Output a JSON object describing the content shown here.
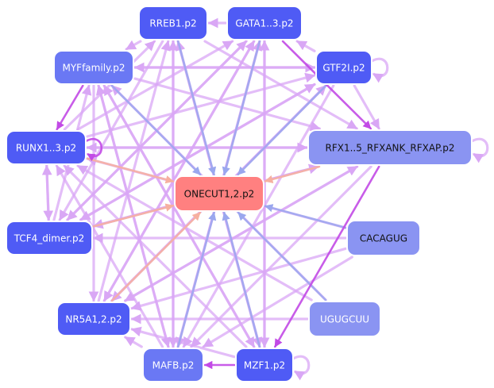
{
  "colors": {
    "center_fill": "#ff8080",
    "node_dark": "#4f5bf5",
    "node_mid": "#6a78f4",
    "node_light": "#8a94f2",
    "edge_violet": "#d9a7f5",
    "edge_purple": "#c24ae6",
    "edge_blue": "#9aa7ee",
    "edge_salmon": "#f6b0a0"
  },
  "nodes": [
    {
      "id": "ONECUT",
      "label": "ONECUT1,2.p2",
      "tone": "center",
      "text": "#111111"
    },
    {
      "id": "RREB1",
      "label": "RREB1.p2",
      "tone": "dark",
      "text": "#ffffff"
    },
    {
      "id": "GATA",
      "label": "GATA1..3.p2",
      "tone": "dark",
      "text": "#ffffff"
    },
    {
      "id": "MYF",
      "label": "MYFfamily.p2",
      "tone": "mid",
      "text": "#ffffff"
    },
    {
      "id": "GTF2I",
      "label": "GTF2I.p2",
      "tone": "dark",
      "text": "#ffffff"
    },
    {
      "id": "RUNX",
      "label": "RUNX1..3.p2",
      "tone": "dark",
      "text": "#ffffff"
    },
    {
      "id": "RFX",
      "label": "RFX1..5_RFXANK_RFXAP.p2",
      "tone": "light",
      "text": "#111111"
    },
    {
      "id": "TCF4",
      "label": "TCF4_dimer.p2",
      "tone": "dark",
      "text": "#ffffff"
    },
    {
      "id": "CACAGUG",
      "label": "CACAGUG",
      "tone": "light",
      "text": "#111111"
    },
    {
      "id": "NR5A",
      "label": "NR5A1,2.p2",
      "tone": "dark",
      "text": "#ffffff"
    },
    {
      "id": "UGUGCUU",
      "label": "UGUGCUU",
      "tone": "light",
      "text": "#ffffff"
    },
    {
      "id": "MAFB",
      "label": "MAFB.p2",
      "tone": "mid",
      "text": "#ffffff"
    },
    {
      "id": "MZF1",
      "label": "MZF1.p2",
      "tone": "dark",
      "text": "#ffffff"
    }
  ],
  "edges": [
    {
      "from": "RREB1",
      "to": "ONECUT",
      "color": "blue"
    },
    {
      "from": "GATA",
      "to": "ONECUT",
      "color": "blue"
    },
    {
      "from": "MYF",
      "to": "ONECUT",
      "color": "blue"
    },
    {
      "from": "GTF2I",
      "to": "ONECUT",
      "color": "blue"
    },
    {
      "from": "RUNX",
      "to": "ONECUT",
      "color": "salmon"
    },
    {
      "from": "RFX",
      "to": "ONECUT",
      "color": "salmon"
    },
    {
      "from": "CACAGUG",
      "to": "ONECUT",
      "color": "blue"
    },
    {
      "from": "UGUGCUU",
      "to": "ONECUT",
      "color": "blue"
    },
    {
      "from": "MZF1",
      "to": "ONECUT",
      "color": "blue"
    },
    {
      "from": "MAFB",
      "to": "ONECUT",
      "color": "blue"
    },
    {
      "from": "NR5A",
      "to": "ONECUT",
      "color": "salmon"
    },
    {
      "from": "TCF4",
      "to": "ONECUT",
      "color": "salmon"
    },
    {
      "from": "GATA",
      "to": "RREB1",
      "color": "violet"
    },
    {
      "from": "GTF2I",
      "to": "GATA",
      "color": "violet"
    },
    {
      "from": "RREB1",
      "to": "MYF",
      "color": "violet"
    },
    {
      "from": "GTF2I",
      "to": "MYF",
      "color": "violet"
    },
    {
      "from": "MYF",
      "to": "RUNX",
      "color": "purple"
    },
    {
      "from": "GTF2I",
      "to": "RFX",
      "color": "violet"
    },
    {
      "from": "GATA",
      "to": "RFX",
      "color": "purple"
    },
    {
      "from": "RREB1",
      "to": "RFX",
      "color": "violet"
    },
    {
      "from": "MYF",
      "to": "RFX",
      "color": "violet"
    },
    {
      "from": "RUNX",
      "to": "TCF4",
      "color": "violet"
    },
    {
      "from": "TCF4",
      "to": "RUNX",
      "color": "violet"
    },
    {
      "from": "RFX",
      "to": "MZF1",
      "color": "purple"
    },
    {
      "from": "MZF1",
      "to": "MAFB",
      "color": "purple"
    },
    {
      "from": "MAFB",
      "to": "NR5A",
      "color": "violet"
    },
    {
      "from": "MZF1",
      "to": "NR5A",
      "color": "violet"
    },
    {
      "from": "MZF1",
      "to": "RUNX",
      "color": "violet"
    },
    {
      "from": "MZF1",
      "to": "MYF",
      "color": "violet"
    },
    {
      "from": "MZF1",
      "to": "RREB1",
      "color": "violet"
    },
    {
      "from": "MZF1",
      "to": "GATA",
      "color": "violet"
    },
    {
      "from": "MAFB",
      "to": "RREB1",
      "color": "violet"
    },
    {
      "from": "MAFB",
      "to": "GATA",
      "color": "violet"
    },
    {
      "from": "MAFB",
      "to": "MYF",
      "color": "violet"
    },
    {
      "from": "MAFB",
      "to": "RUNX",
      "color": "violet"
    },
    {
      "from": "NR5A",
      "to": "RREB1",
      "color": "violet"
    },
    {
      "from": "NR5A",
      "to": "GATA",
      "color": "violet"
    },
    {
      "from": "NR5A",
      "to": "GTF2I",
      "color": "violet"
    },
    {
      "from": "NR5A",
      "to": "RFX",
      "color": "violet"
    },
    {
      "from": "TCF4",
      "to": "GATA",
      "color": "violet"
    },
    {
      "from": "TCF4",
      "to": "GTF2I",
      "color": "violet"
    },
    {
      "from": "TCF4",
      "to": "RFX",
      "color": "violet"
    },
    {
      "from": "TCF4",
      "to": "MYF",
      "color": "violet"
    },
    {
      "from": "RUNX",
      "to": "RREB1",
      "color": "violet"
    },
    {
      "from": "RUNX",
      "to": "GATA",
      "color": "violet"
    },
    {
      "from": "RUNX",
      "to": "GTF2I",
      "color": "violet"
    },
    {
      "from": "RUNX",
      "to": "RFX",
      "color": "violet"
    },
    {
      "from": "CACAGUG",
      "to": "NR5A",
      "color": "violet"
    },
    {
      "from": "CACAGUG",
      "to": "TCF4",
      "color": "violet"
    },
    {
      "from": "CACAGUG",
      "to": "RUNX",
      "color": "violet"
    },
    {
      "from": "CACAGUG",
      "to": "MAFB",
      "color": "violet"
    },
    {
      "from": "UGUGCUU",
      "to": "MYF",
      "color": "violet"
    },
    {
      "from": "UGUGCUU",
      "to": "RUNX",
      "color": "violet"
    },
    {
      "from": "UGUGCUU",
      "to": "NR5A",
      "color": "violet"
    },
    {
      "from": "RFX",
      "to": "RUNX",
      "color": "violet"
    },
    {
      "from": "RFX",
      "to": "TCF4",
      "color": "violet"
    },
    {
      "from": "RFX",
      "to": "NR5A",
      "color": "violet"
    },
    {
      "from": "RFX",
      "to": "MAFB",
      "color": "violet"
    },
    {
      "from": "GTF2I",
      "to": "NR5A",
      "color": "violet"
    },
    {
      "from": "GTF2I",
      "to": "TCF4",
      "color": "violet"
    },
    {
      "from": "GTF2I",
      "to": "MAFB",
      "color": "violet"
    },
    {
      "from": "GATA",
      "to": "NR5A",
      "color": "violet"
    },
    {
      "from": "GATA",
      "to": "TCF4",
      "color": "violet"
    },
    {
      "from": "GATA",
      "to": "MAFB",
      "color": "violet"
    },
    {
      "from": "GATA",
      "to": "MZF1",
      "color": "violet"
    },
    {
      "from": "RREB1",
      "to": "MZF1",
      "color": "violet"
    },
    {
      "from": "RREB1",
      "to": "MAFB",
      "color": "violet"
    },
    {
      "from": "RREB1",
      "to": "TCF4",
      "color": "violet"
    },
    {
      "from": "MYF",
      "to": "MAFB",
      "color": "violet"
    },
    {
      "from": "MYF",
      "to": "MZF1",
      "color": "violet"
    },
    {
      "from": "MYF",
      "to": "NR5A",
      "color": "violet"
    },
    {
      "from": "MYF",
      "to": "GTF2I",
      "color": "violet"
    }
  ],
  "self_loops": [
    {
      "node": "GTF2I",
      "side": "right",
      "color": "violet"
    },
    {
      "node": "RUNX",
      "side": "right",
      "color": "purple"
    },
    {
      "node": "RFX",
      "side": "right",
      "color": "violet"
    },
    {
      "node": "MZF1",
      "side": "right",
      "color": "violet"
    }
  ]
}
